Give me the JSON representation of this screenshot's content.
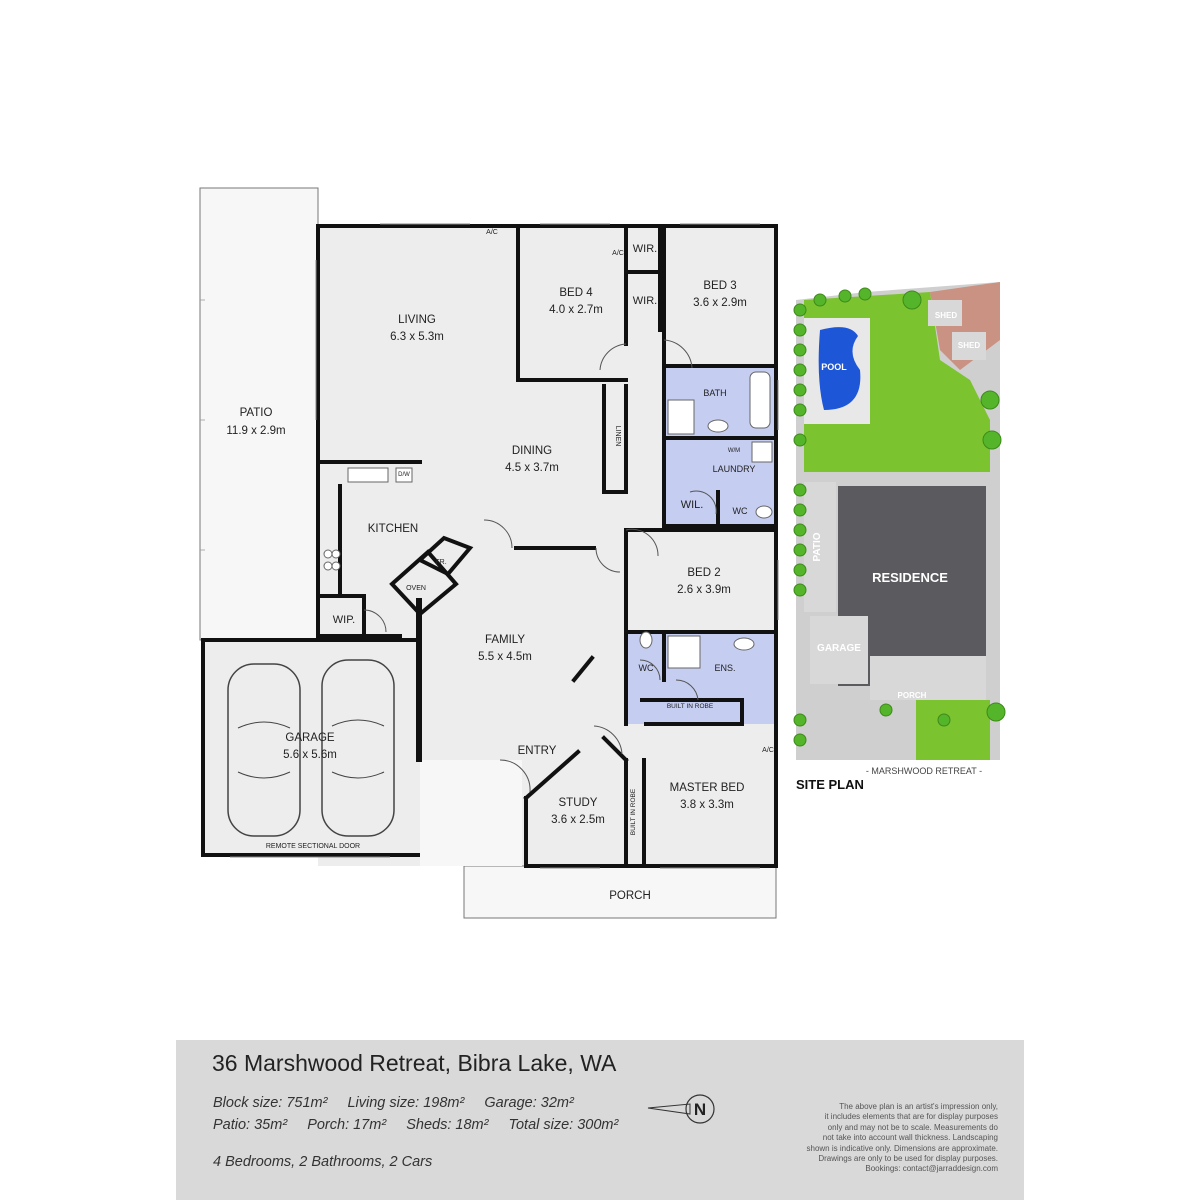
{
  "rooms": {
    "patio": {
      "name": "PATIO",
      "dims": "11.9 x 2.9m"
    },
    "living": {
      "name": "LIVING",
      "dims": "6.3 x 5.3m"
    },
    "bed4": {
      "name": "BED 4",
      "dims": "4.0 x 2.7m"
    },
    "bed3": {
      "name": "BED 3",
      "dims": "3.6 x 2.9m"
    },
    "dining": {
      "name": "DINING",
      "dims": "4.5 x 3.7m"
    },
    "kitchen": {
      "name": "KITCHEN"
    },
    "family": {
      "name": "FAMILY",
      "dims": "5.5 x 4.5m"
    },
    "bed2": {
      "name": "BED 2",
      "dims": "2.6 x 3.9m"
    },
    "garage": {
      "name": "GARAGE",
      "dims": "5.6 x 5.6m"
    },
    "study": {
      "name": "STUDY",
      "dims": "3.6 x 2.5m"
    },
    "master": {
      "name": "MASTER BED",
      "dims": "3.8 x 3.3m"
    },
    "entry": {
      "name": "ENTRY"
    },
    "porch": {
      "name": "PORCH"
    }
  },
  "small_labels": {
    "ac": "A/C",
    "wir": "WIR.",
    "bath": "BATH",
    "linen": "LINEN",
    "laundry": "LAUNDRY",
    "wm": "W/M",
    "wil": "WIL.",
    "wc": "WC",
    "dw": "D/W",
    "fr": "FR.",
    "oven": "OVEN",
    "wip": "WIP.",
    "ens": "ENS.",
    "built_in_robe": "BUILT IN ROBE",
    "built_in_robe_vertical": "BUILT IN ROBE",
    "remote_door": "REMOTE SECTIONAL DOOR"
  },
  "site_plan": {
    "title": "SITE PLAN",
    "street": "- MARSHWOOD RETREAT -",
    "residence": "RESIDENCE",
    "pool": "POOL",
    "shed": "SHED",
    "patio": "PATIO",
    "garage": "GARAGE",
    "porch": "PORCH"
  },
  "info": {
    "address": "36 Marshwood Retreat, Bibra Lake, WA",
    "stats": [
      [
        "Block size: 751m²",
        "Living size: 198m²",
        "Garage: 32m²"
      ],
      [
        "Patio: 35m²",
        "Porch: 17m²",
        "Sheds: 18m²",
        "Total size: 300m²"
      ]
    ],
    "summary": "4 Bedrooms, 2 Bathrooms, 2 Cars",
    "disclaimer": [
      "The above plan is an artist's impression only,",
      "it includes elements that are for display purposes",
      "only and may not be to scale. Measurements do",
      "not take into account wall thickness. Landscaping",
      "shown is indicative only. Dimensions are approximate.",
      "Drawings are only to be used for display purposes.",
      "Bookings: contact@jarraddesign.com"
    ],
    "compass_letter": "N"
  },
  "colors": {
    "floor": "#ededed",
    "wet_area": "#c5cdf0",
    "wall": "#111111",
    "lawn": "#7cc330",
    "pool": "#1e56d8",
    "residence": "#5b5b5f",
    "paving": "#cfcfcf",
    "earth": "#c99282",
    "panel": "#d9d9d9"
  }
}
